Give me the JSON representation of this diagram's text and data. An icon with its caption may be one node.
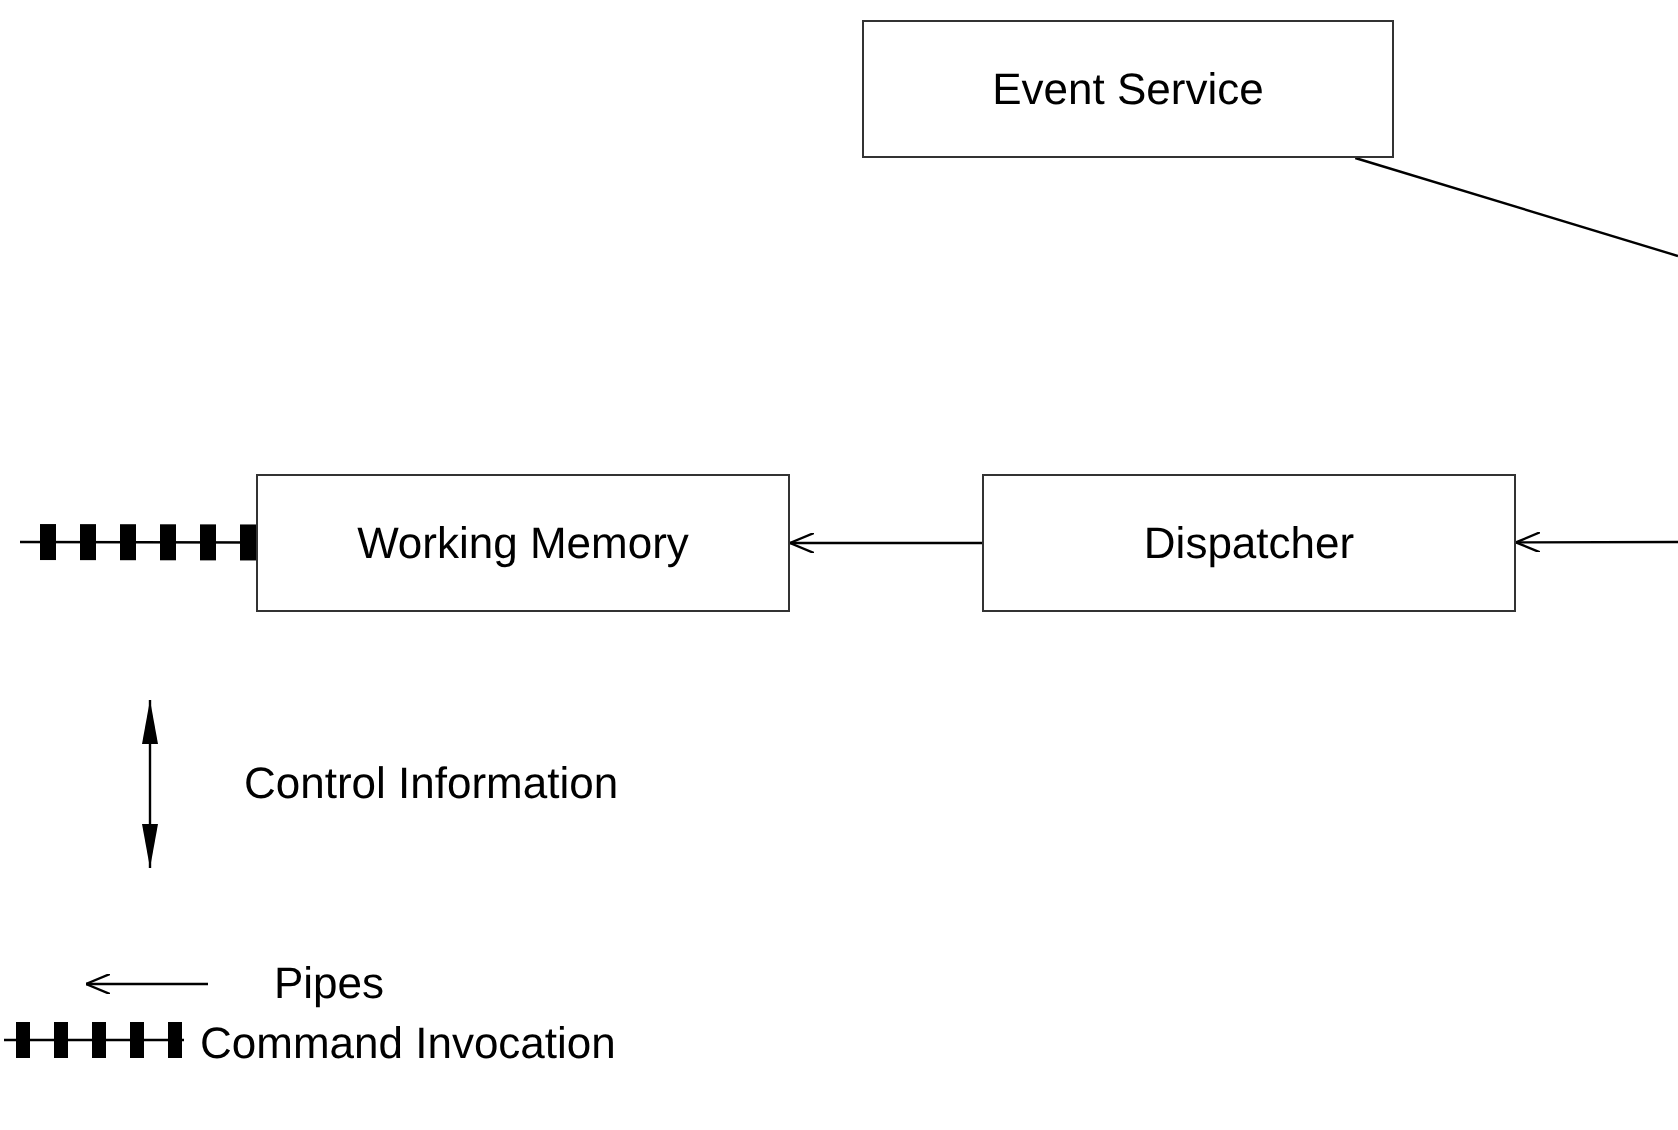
{
  "diagram": {
    "nodes": [
      {
        "text": [
          "Event Service"
        ]
      },
      {
        "text": [
          "Working Memory"
        ]
      },
      {
        "text": [
          "Dispatcher"
        ]
      }
    ],
    "edges": [
      {
        "from": 0,
        "to": null,
        "arrow": "none"
      },
      {
        "from": null,
        "to": 2,
        "arrow": "to"
      },
      {
        "from": 2,
        "to": 1,
        "arrow": "to"
      },
      {
        "from": null,
        "to": 1,
        "arrow": "other"
      }
    ],
    "legend": [
      {
        "text": "Control Information"
      },
      {
        "text": "Pipes"
      },
      {
        "text": "Command Invocation"
      }
    ]
  }
}
